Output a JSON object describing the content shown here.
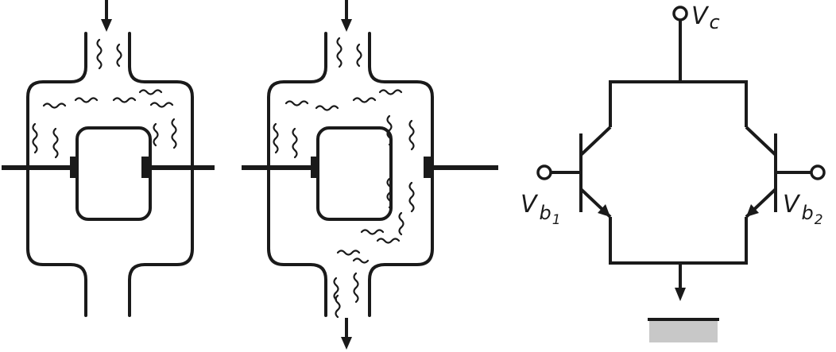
{
  "colors": {
    "ink": "#1a1a1a",
    "ground": "#c8c8c8",
    "background": "#ffffff"
  },
  "circuit": {
    "vc": {
      "main": "V",
      "sub": "c"
    },
    "vb1": {
      "main": "V",
      "sub": "b",
      "sub2": "1"
    },
    "vb2": {
      "main": "V",
      "sub": "b",
      "sub2": "2"
    }
  }
}
